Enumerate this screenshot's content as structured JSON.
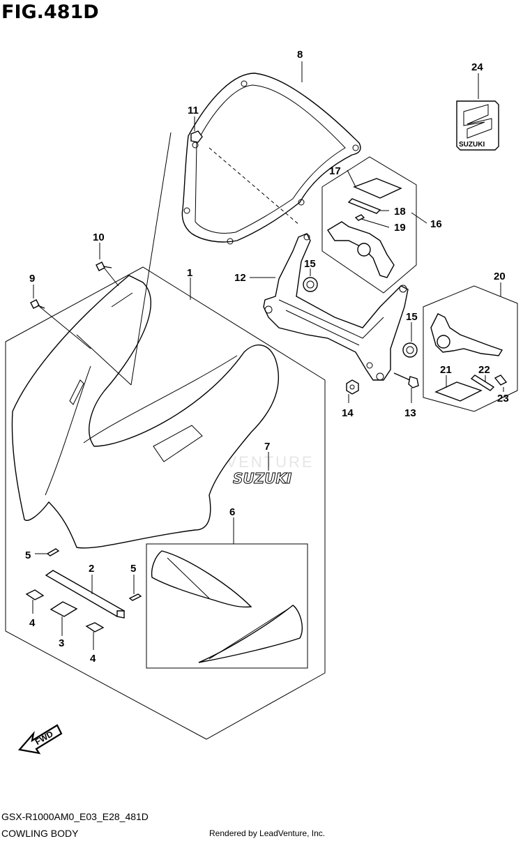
{
  "figure": {
    "title": "FIG.481D",
    "model_code": "GSX-R1000AM0_E03_E28_481D",
    "name": "COWLING BODY",
    "credit": "Rendered by LeadVenture, Inc.",
    "watermark": "LEADVENTURE"
  },
  "parts": [
    {
      "no": "1",
      "name": "upper-cowling-body"
    },
    {
      "no": "2",
      "name": "cushion-strip"
    },
    {
      "no": "3",
      "name": "pad"
    },
    {
      "no": "4",
      "name": "pad-small"
    },
    {
      "no": "5",
      "name": "clip"
    },
    {
      "no": "6",
      "name": "side-panel-set"
    },
    {
      "no": "7",
      "name": "suzuki-emblem"
    },
    {
      "no": "8",
      "name": "windscreen"
    },
    {
      "no": "9",
      "name": "screw"
    },
    {
      "no": "10",
      "name": "screw"
    },
    {
      "no": "11",
      "name": "screen-nut"
    },
    {
      "no": "12",
      "name": "cowling-brace"
    },
    {
      "no": "13",
      "name": "bolt"
    },
    {
      "no": "14",
      "name": "nut"
    },
    {
      "no": "15",
      "name": "grommet"
    },
    {
      "no": "16",
      "name": "mirror-bracket-set"
    },
    {
      "no": "17",
      "name": "cushion"
    },
    {
      "no": "18",
      "name": "cushion-strip"
    },
    {
      "no": "19",
      "name": "cushion-small"
    },
    {
      "no": "20",
      "name": "mirror-bracket-set"
    },
    {
      "no": "21",
      "name": "cushion"
    },
    {
      "no": "22",
      "name": "cushion-strip"
    },
    {
      "no": "23",
      "name": "cushion-small"
    },
    {
      "no": "24",
      "name": "emblem-badge"
    }
  ],
  "emblem": {
    "text": "SUZUKI",
    "badge_text": "SUZUKI"
  },
  "fwd_label": "FWD"
}
